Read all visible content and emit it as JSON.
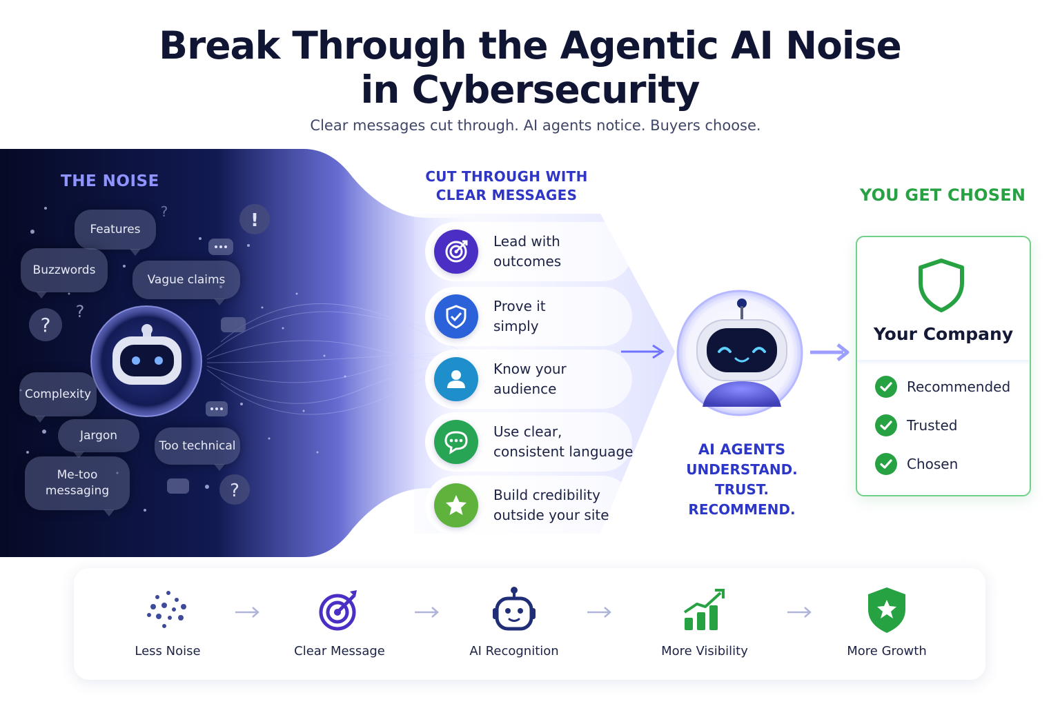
{
  "header": {
    "title_line1": "Break Through the Agentic AI Noise",
    "title_line2": "in Cybersecurity",
    "subtitle": "Clear messages cut through. AI agents notice. Buyers choose."
  },
  "noise": {
    "label": "THE NOISE",
    "bubbles": [
      "Features",
      "Buzzwords",
      "Vague claims",
      "Complexity",
      "Jargon",
      "Too technical",
      "Me-too messaging"
    ]
  },
  "cut_through": {
    "heading_line1": "CUT THROUGH WITH",
    "heading_line2": "CLEAR MESSAGES",
    "steps": [
      {
        "line1": "Lead with",
        "line2": "outcomes",
        "icon": "target-icon",
        "color": "#4b2fc4"
      },
      {
        "line1": "Prove it",
        "line2": "simply",
        "icon": "shield-check-icon",
        "color": "#2b62d9"
      },
      {
        "line1": "Know your",
        "line2": "audience",
        "icon": "user-icon",
        "color": "#1f8fcc"
      },
      {
        "line1": "Use clear,",
        "line2": "consistent language",
        "icon": "chat-icon",
        "color": "#28a455"
      },
      {
        "line1": "Build credibility",
        "line2": "outside your site",
        "icon": "star-icon",
        "color": "#5fb33d"
      }
    ]
  },
  "agents": {
    "line1": "AI AGENTS",
    "line2": "UNDERSTAND.",
    "line3": "TRUST. RECOMMEND."
  },
  "chosen": {
    "heading": "YOU GET CHOSEN",
    "company": "Your Company",
    "checks": [
      "Recommended",
      "Trusted",
      "Chosen"
    ],
    "accent": "#27a243"
  },
  "bottom": {
    "items": [
      {
        "label": "Less Noise",
        "icon": "dots-icon"
      },
      {
        "label": "Clear Message",
        "icon": "target-icon"
      },
      {
        "label": "AI Recognition",
        "icon": "robot-icon"
      },
      {
        "label": "More Visibility",
        "icon": "growth-chart-icon"
      },
      {
        "label": "More Growth",
        "icon": "shield-star-icon"
      }
    ]
  }
}
